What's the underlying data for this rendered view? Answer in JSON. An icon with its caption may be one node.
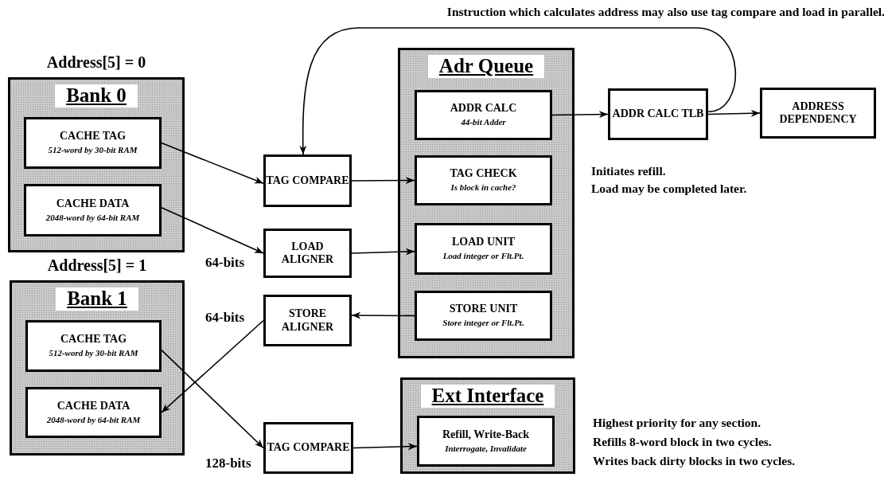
{
  "diagram": {
    "nodes": [
      {
        "text": [
          "Address[5] = 0",
          "Bank 0"
        ]
      },
      {
        "text": [
          "CACHE TAG",
          "512-word by 30-bit RAM"
        ],
        "in": 0
      },
      {
        "text": [
          "CACHE DATA",
          "2048-word by 64-bit RAM"
        ],
        "in": 0
      },
      {
        "text": [
          "Address[5] = 1",
          "Bank 1"
        ]
      },
      {
        "text": [
          "CACHE TAG",
          "512-word by 30-bit RAM"
        ],
        "in": 3
      },
      {
        "text": [
          "CACHE DATA",
          "2048-word by 64-bit RAM"
        ],
        "in": 3
      },
      {
        "text": [
          "TAG COMPARE"
        ]
      },
      {
        "text": [
          "LOAD ALIGNER"
        ]
      },
      {
        "text": [
          "STORE ALIGNER"
        ]
      },
      {
        "text": [
          "TAG COMPARE"
        ]
      },
      {
        "text": [
          "Adr Queue"
        ]
      },
      {
        "text": [
          "ADDR CALC",
          "44-bit Adder"
        ],
        "in": 10
      },
      {
        "text": [
          "TAG CHECK",
          "Is block in cache?"
        ],
        "in": 10
      },
      {
        "text": [
          "LOAD UNIT",
          "Load integer or Flt.Pt."
        ],
        "in": 10
      },
      {
        "text": [
          "STORE UNIT",
          "Store integer or Flt.Pt."
        ],
        "in": 10
      },
      {
        "text": [
          "Ext Interface"
        ]
      },
      {
        "text": [
          "Refill, Write-Back",
          "Interrogate, Invalidate"
        ],
        "in": 15
      },
      {
        "text": [
          "ADDR CALC TLB"
        ]
      },
      {
        "text": [
          "ADDRESS DEPENDENCY"
        ]
      }
    ],
    "edges": [
      {
        "from": 1,
        "to": 6,
        "arrow": "to"
      },
      {
        "from": 2,
        "to": 7,
        "arrow": "to",
        "label": "64-bits"
      },
      {
        "from": 6,
        "to": 12,
        "arrow": "to"
      },
      {
        "from": 7,
        "to": 13,
        "arrow": "to"
      },
      {
        "from": 14,
        "to": 8,
        "arrow": "to"
      },
      {
        "from": 8,
        "to": 5,
        "arrow": "to",
        "label": "64-bits"
      },
      {
        "from": 4,
        "to": 9,
        "arrow": "to",
        "label": "128-bits"
      },
      {
        "from": 9,
        "to": 16,
        "arrow": "to"
      },
      {
        "from": 11,
        "to": 17,
        "arrow": "to"
      },
      {
        "from": 17,
        "to": 18,
        "arrow": "to"
      },
      {
        "from": 17,
        "to": 6,
        "arrow": "to"
      }
    ],
    "labels": [
      "Instruction which calculates address may also use tag compare and load in parallel.",
      "Initiates refill.",
      "Load may be completed later.",
      "Highest priority for any section.",
      "Refills 8-word block in two cycles.",
      "Writes back dirty blocks in two cycles."
    ]
  }
}
